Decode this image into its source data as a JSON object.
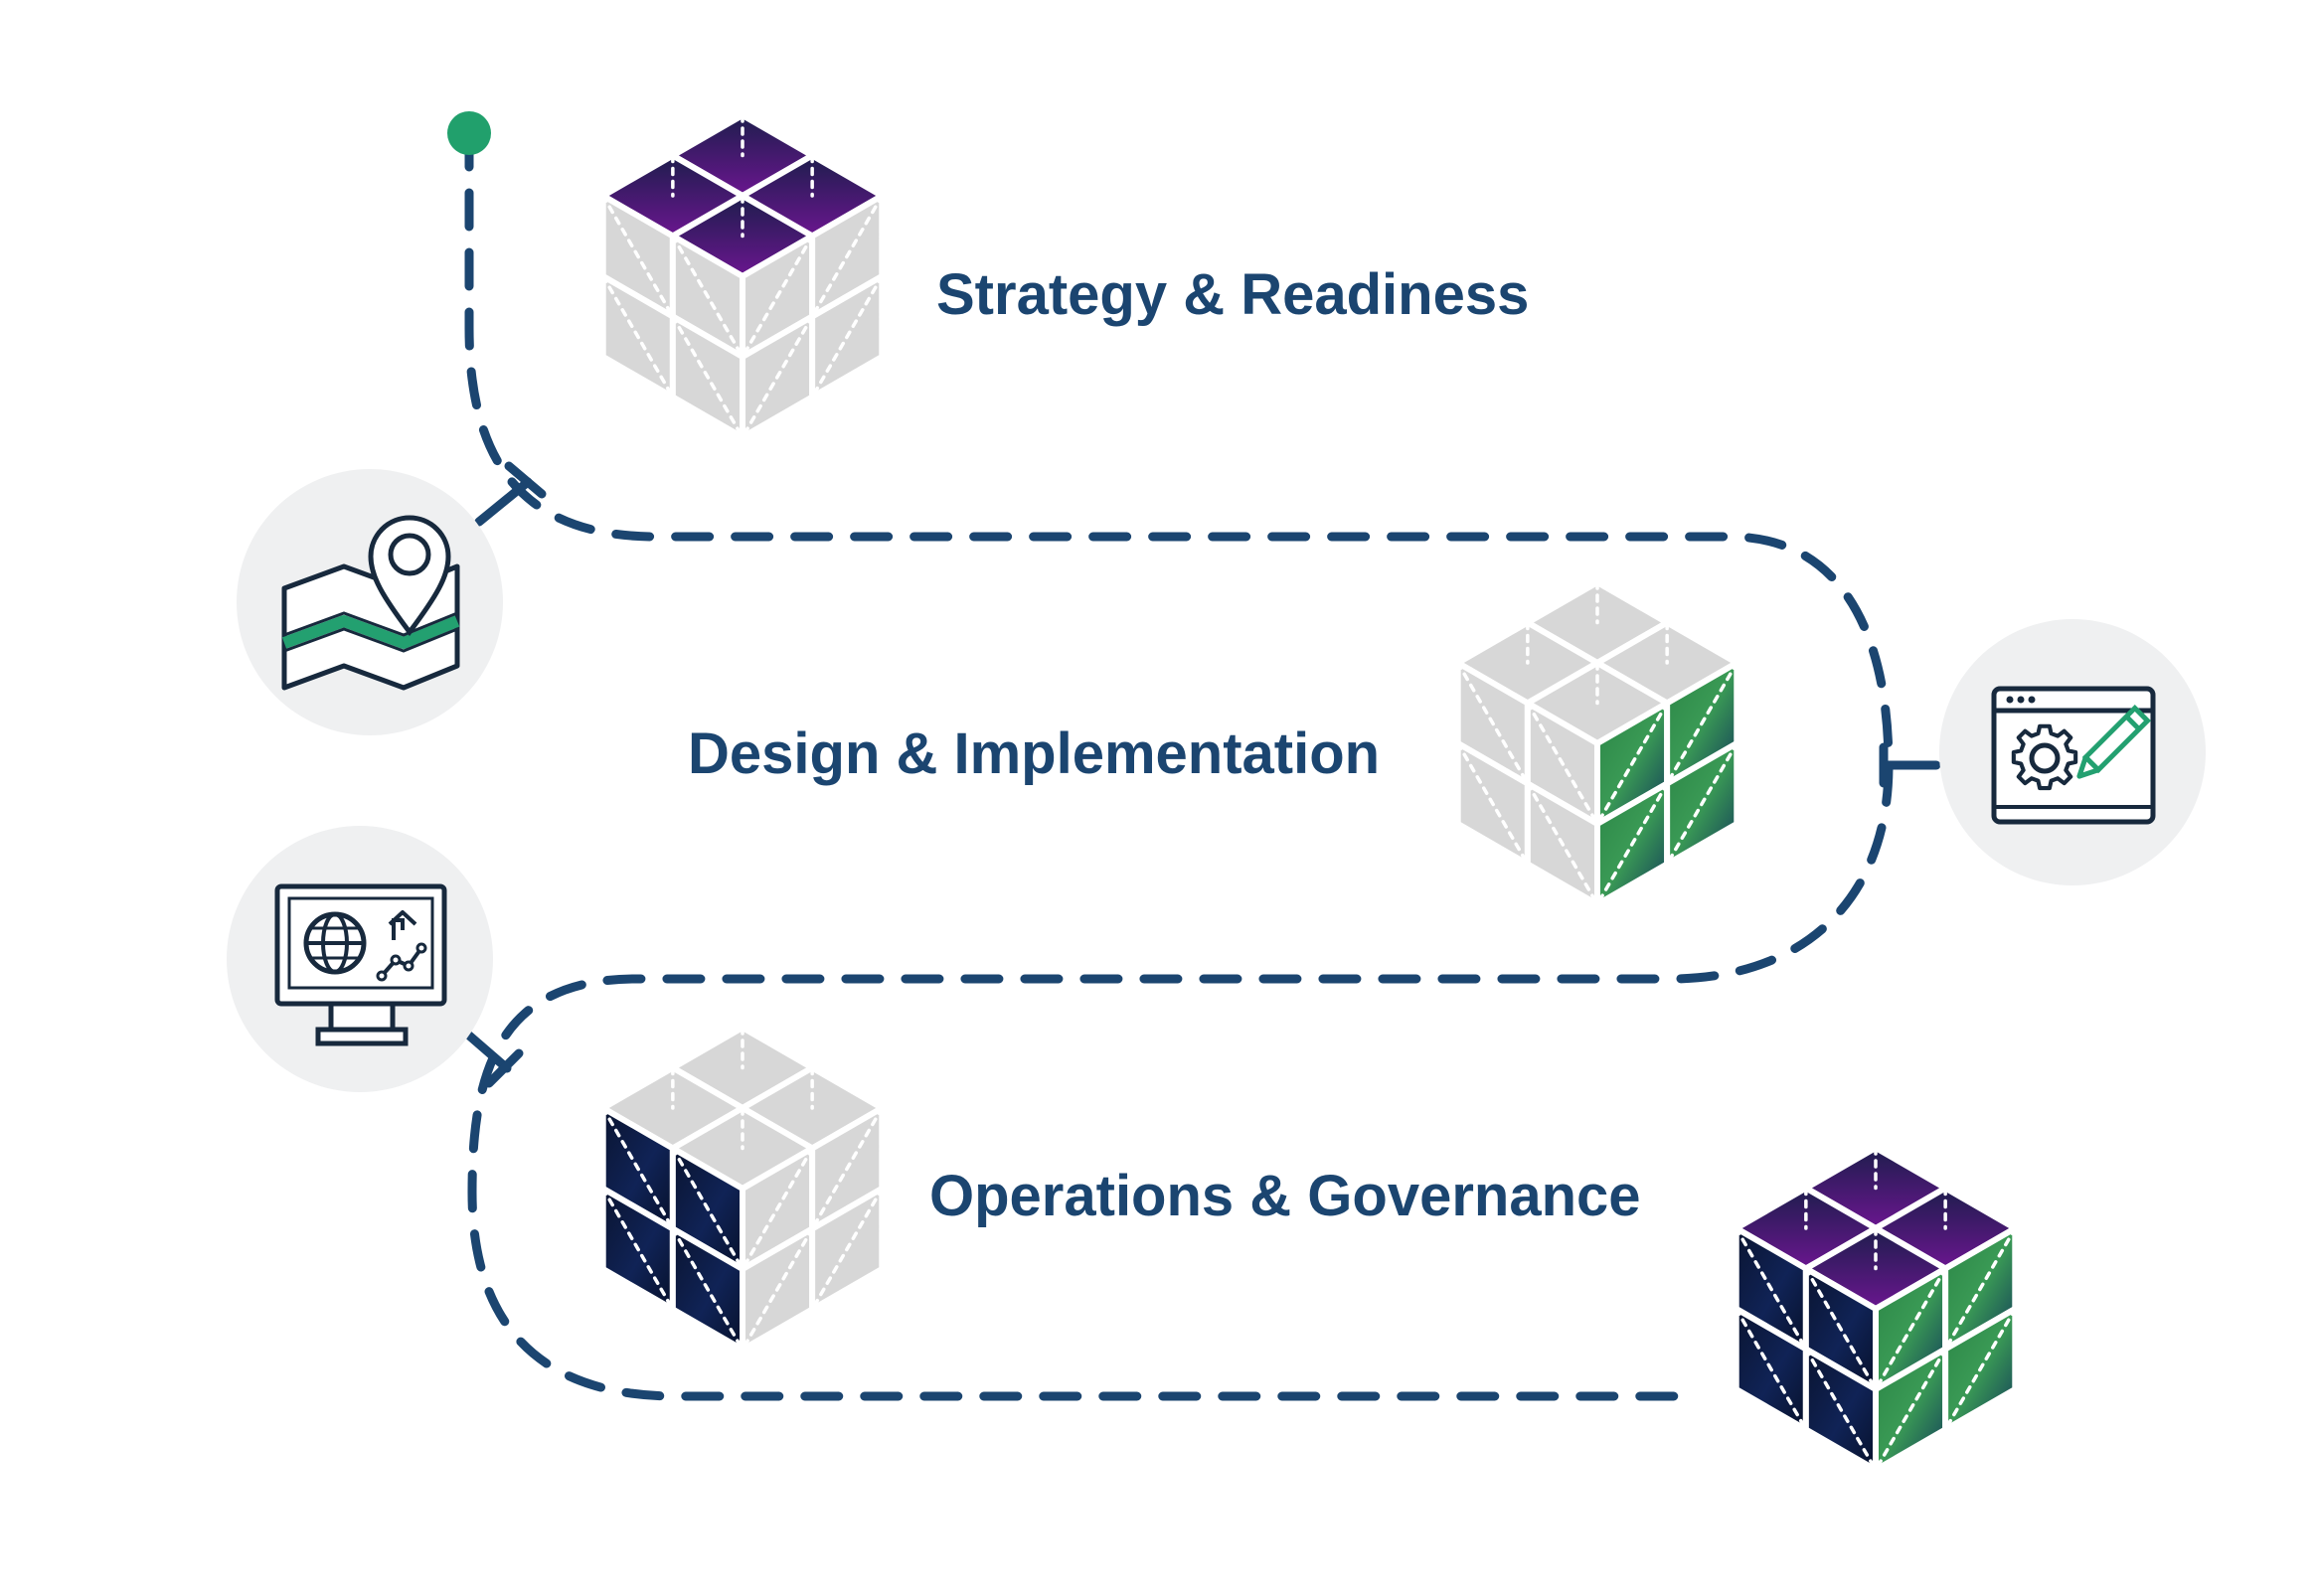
{
  "colors": {
    "path": "#1b4570",
    "start_dot": "#21a06c",
    "label": "#1b4570",
    "icon_bg": "#eff0f1",
    "icon_stroke": "#17293d",
    "icon_accent": "#23a070",
    "cube_grey": "#d7d7d7",
    "cube_purple": "#5a1a8c",
    "cube_navy": "#0d1d4a",
    "cube_green": "#2c8a4c"
  },
  "stages": [
    {
      "label": "Strategy & Readiness",
      "icon": "map-pin-icon"
    },
    {
      "label": "Design & Implementation",
      "icon": "browser-settings-pencil-icon"
    },
    {
      "label": "Operations & Governance",
      "icon": "monitor-globe-analytics-icon"
    }
  ],
  "final": {
    "icon": "complete-cube-icon"
  }
}
